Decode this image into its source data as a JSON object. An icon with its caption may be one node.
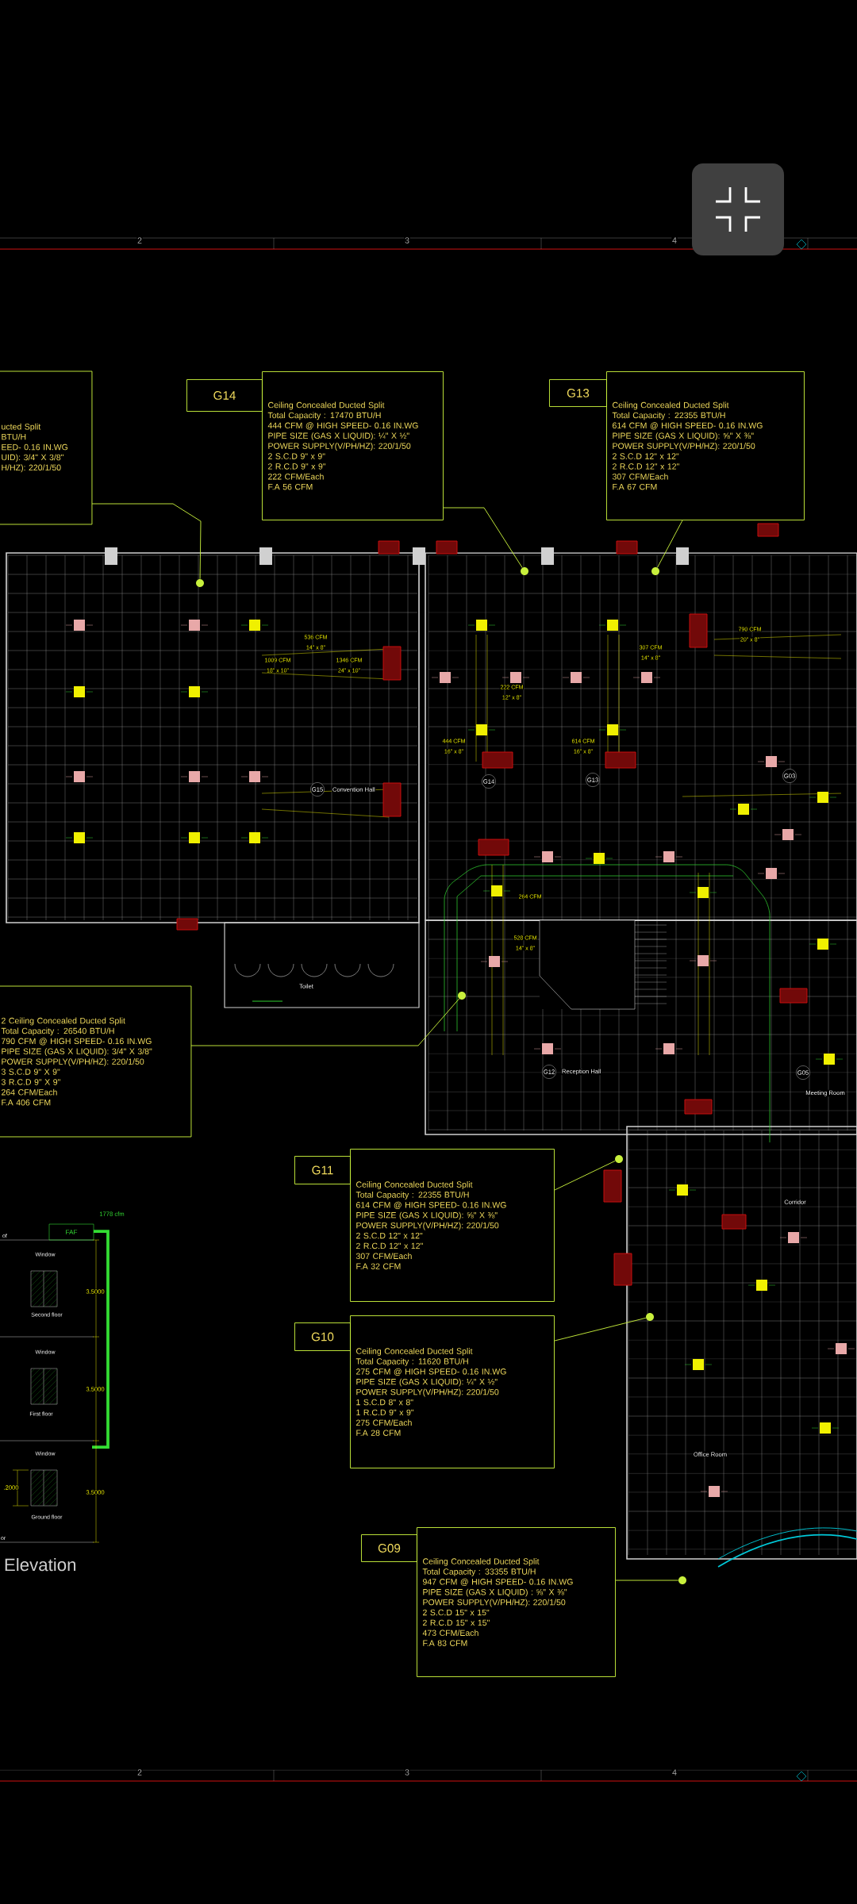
{
  "diagram": {
    "nodes": [
      {
        "text": [
          "ucted Split",
          "BTU/H",
          "EED- 0.16 IN.WG",
          "UID): 3/4\" X 3/8\"",
          "H/HZ): 220/1/50"
        ]
      },
      {
        "text": [
          "G14",
          "Ceiling Concealed Ducted Split",
          "Total Capacity : 17470 BTU/H",
          "444 CFM @ HIGH SPEED- 0.16 IN.WG",
          "PIPE SIZE (GAS X LIQUID): ¼\" X ½\"",
          "POWER SUPPLY(V/PH/HZ): 220/1/50",
          "2 S.C.D 9\" x 9\"",
          "2 R.C.D 9\" x 9\"",
          "222 CFM/Each",
          "F.A 56 CFM"
        ]
      },
      {
        "text": [
          "G13",
          "Ceiling Concealed Ducted Split",
          "Total Capacity : 22355 BTU/H",
          "614 CFM @ HIGH SPEED- 0.16 IN.WG",
          "PIPE SIZE (GAS X LIQUID): ⅝\" X ⅜\"",
          "POWER SUPPLY(V/PH/HZ): 220/1/50",
          "2 S.C.D 12\" x 12\"",
          "2 R.C.D 12\" x 12\"",
          "307 CFM/Each",
          "F.A 67 CFM"
        ]
      },
      {
        "text": [
          "2 Ceiling Concealed Ducted Split",
          "Total Capacity : 26540 BTU/H",
          "790 CFM @ HIGH SPEED- 0.16 IN.WG",
          "PIPE SIZE (GAS X LIQUID): 3/4\" X 3/8\"",
          "POWER SUPPLY(V/PH/HZ): 220/1/50",
          "3 S.C.D 9\" X 9\"",
          "3 R.C.D 9\" X 9\"",
          "264 CFM/Each",
          "F.A 406 CFM"
        ]
      },
      {
        "text": [
          "G11",
          "Ceiling Concealed Ducted Split",
          "Total Capacity : 22355 BTU/H",
          "614 CFM @ HIGH SPEED- 0.16 IN.WG",
          "PIPE SIZE (GAS X LIQUID): ⅝\" X ⅜\"",
          "POWER SUPPLY(V/PH/HZ): 220/1/50",
          "2 S.C.D 12\" x 12\"",
          "2 R.C.D 12\" x 12\"",
          "307 CFM/Each",
          "F.A 32 CFM"
        ]
      },
      {
        "text": [
          "G10",
          "Ceiling Concealed Ducted Split",
          "Total Capacity : 11620 BTU/H",
          "275 CFM @ HIGH SPEED- 0.16 IN.WG",
          "PIPE SIZE (GAS X LIQUID): ¼\" X ½\"",
          "POWER SUPPLY(V/PH/HZ): 220/1/50",
          "1 S.C.D 8\" x 8\"",
          "1 R.C.D 9\" x 9\"",
          "275 CFM/Each",
          "F.A 28 CFM"
        ]
      },
      {
        "text": [
          "G09",
          "Ceiling Concealed Ducted Split",
          "Total Capacity : 33355 BTU/H",
          "947 CFM @ HIGH SPEED- 0.16 IN.WG",
          "PIPE SIZE (GAS X LIQUID) : ⅝\" X ⅜\"",
          "POWER SUPPLY(V/PH/HZ): 220/1/50",
          "2 S.C.D 15\" x 15\"",
          "2 R.C.D 15\" x 15\"",
          "473 CFM/Each",
          "F.A 83 CFM"
        ]
      },
      {
        "text": [],
        "shape": "circle"
      },
      {
        "text": [],
        "shape": "circle"
      },
      {
        "text": [],
        "shape": "circle"
      },
      {
        "text": [],
        "shape": "circle"
      },
      {
        "text": [],
        "shape": "circle"
      },
      {
        "text": [],
        "shape": "circle"
      },
      {
        "text": [],
        "shape": "circle"
      },
      {
        "text": [
          "FAF"
        ]
      }
    ],
    "edges": [
      {
        "from": 0,
        "to": 7,
        "arrow": "none"
      },
      {
        "from": 1,
        "to": 8,
        "arrow": "none"
      },
      {
        "from": 2,
        "to": 9,
        "arrow": "none"
      },
      {
        "from": 3,
        "to": 10,
        "arrow": "none"
      },
      {
        "from": 4,
        "to": 11,
        "arrow": "none"
      },
      {
        "from": 5,
        "to": 12,
        "arrow": "none"
      },
      {
        "from": 6,
        "to": 13,
        "arrow": "none"
      }
    ],
    "labels": [
      "2",
      "3",
      "4",
      "1009 CFM",
      "18\" x 10\"",
      "1346 CFM",
      "24\" x 10\"",
      "536 CFM",
      "14\" x 8\"",
      "790 CFM",
      "20\" x 8\"",
      "307 CFM",
      "14\" x 8\"",
      "222 CFM",
      "12\" x 8\"",
      "444 CFM",
      "16\" x 8\"",
      "614 CFM",
      "16\" x 8\"",
      "G15",
      "Convention Hall",
      "G14",
      "G13",
      "G03",
      "264 CFM",
      "528 CFM",
      "14\" x 8\"",
      "Toilet",
      "G12",
      "Reception Hall",
      "G05",
      "Meeting Room",
      "Corridor",
      "Office Room",
      "1778 cfm",
      "of",
      "Window",
      "3.5000",
      "Second floor",
      "Window",
      "3.5000",
      "First floor",
      "Window",
      ".2000",
      "3.5000",
      "Ground floor",
      "or",
      "Elevation",
      "2",
      "3",
      "4"
    ]
  }
}
